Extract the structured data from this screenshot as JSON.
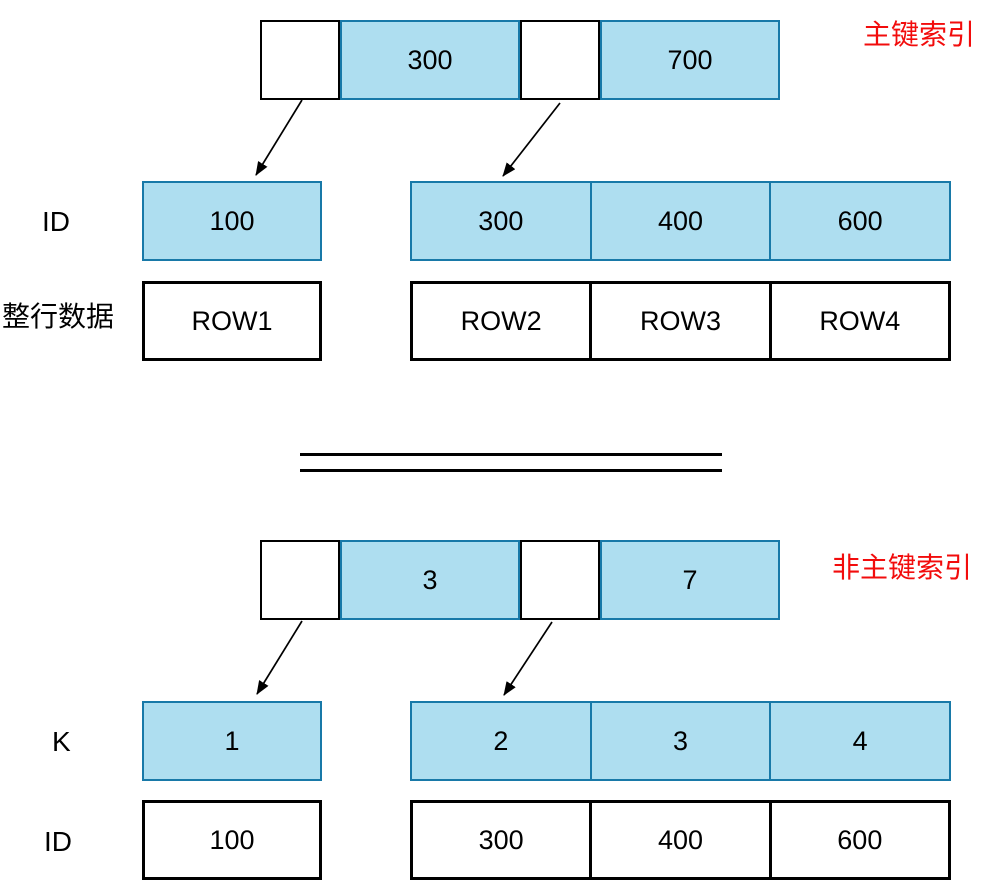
{
  "colors": {
    "key_cell_fill": "#AEDEF0",
    "key_cell_stroke": "#1879A8",
    "plain_cell_stroke": "#000000",
    "index_title_red": "#F20C0C",
    "text": "#000000"
  },
  "primary_index": {
    "title": "主键索引",
    "node": {
      "pointer1": "",
      "key1": "300",
      "pointer2": "",
      "key2": "700"
    },
    "id_row_label": "ID",
    "data_row_label": "整行数据",
    "left_leaf": {
      "id": "100",
      "row": "ROW1"
    },
    "right_leaf": {
      "ids": [
        "300",
        "400",
        "600"
      ],
      "rows": [
        "ROW2",
        "ROW3",
        "ROW4"
      ]
    }
  },
  "secondary_index": {
    "title": "非主键索引",
    "node": {
      "pointer1": "",
      "key1": "3",
      "pointer2": "",
      "key2": "7"
    },
    "k_row_label": "K",
    "id_row_label": "ID",
    "left_leaf": {
      "key": "1",
      "id": "100"
    },
    "right_leaf": {
      "keys": [
        "2",
        "3",
        "4"
      ],
      "ids": [
        "300",
        "400",
        "600"
      ]
    }
  }
}
